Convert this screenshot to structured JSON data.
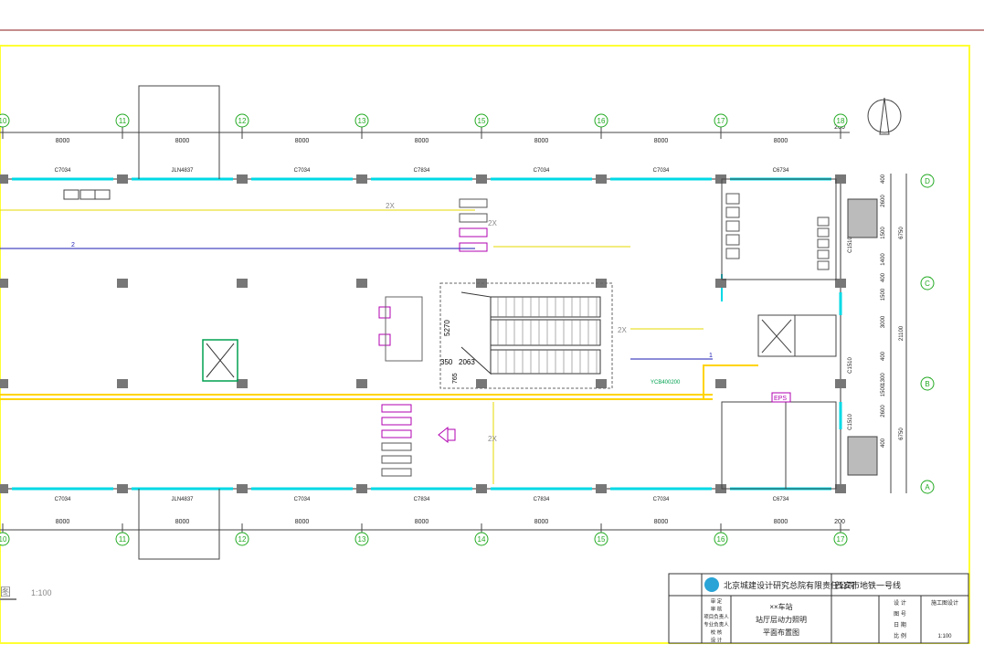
{
  "colors": {
    "background": "#ffffff",
    "frame": "#ffff33",
    "top_rule": "#8b1a1a",
    "grid_bubble": "#22aa22",
    "dim_line": "#444444",
    "wall": "#333333",
    "column": "#777777",
    "window": "#00d9e6",
    "tray": "#ffd400",
    "cable_blue": "#1a1ab3",
    "magenta": "#b000b0"
  },
  "axes": {
    "top": [
      "10",
      "11",
      "12",
      "13",
      "15",
      "16",
      "17",
      "18"
    ],
    "bottom": [
      "10",
      "11",
      "12",
      "13",
      "14",
      "15",
      "16",
      "17"
    ],
    "right": [
      "D",
      "C",
      "B",
      "A"
    ]
  },
  "dims": {
    "top": [
      "8000",
      "8000",
      "8000",
      "8000",
      "8000",
      "8000",
      "8000"
    ],
    "bottom": [
      "8000",
      "8000",
      "8000",
      "8000",
      "8000",
      "8000",
      "8000"
    ],
    "top_end": "200",
    "bottom_end": "200",
    "right_chain": [
      "400",
      "2600",
      "1500",
      "1400",
      "400",
      "1500",
      "3000",
      "400",
      "1300",
      "1500",
      "2600",
      "400"
    ],
    "right_mid": [
      "6750",
      "21100",
      "6750"
    ],
    "right_ref": [
      "C1510",
      "C1510",
      "C1510"
    ]
  },
  "windows": {
    "top": [
      "C7034",
      "JLN4837",
      "C7034",
      "C7834",
      "C7034",
      "C7034",
      "C6734"
    ],
    "bottom": [
      "C7034",
      "JLN4837",
      "C7034",
      "C7834",
      "C7834",
      "C7034",
      "C6734"
    ]
  },
  "annotations": {
    "stair_dim_a": "5270",
    "stair_dim_b": "350",
    "stair_dim_c": "2063",
    "stair_dim_d": "765",
    "scale": "1:100",
    "fig_label": "图",
    "eps": "EPS",
    "tray_note": "YCB400200",
    "cable_2x_a": "2X",
    "cable_2x_b": "2X",
    "cable_2x_c": "2X",
    "cable_2x_d": "2X",
    "cable_1": "1",
    "cable_2": "2"
  },
  "title_block": {
    "company": "北京城建设计研究总院有限责任公司",
    "project": "西安市地铁一号线",
    "row_labels": [
      "审 定",
      "审 核",
      "项目负责人",
      "专业负责人",
      "校 核",
      "设 计"
    ],
    "drawing_name": [
      "××车站",
      "站厅层动力照明",
      "平面布置图"
    ],
    "info_labels": [
      "设 计",
      "图 号",
      "日 期",
      "比 例"
    ],
    "info_values": [
      "施工图设计",
      "",
      "",
      "1:100"
    ]
  }
}
